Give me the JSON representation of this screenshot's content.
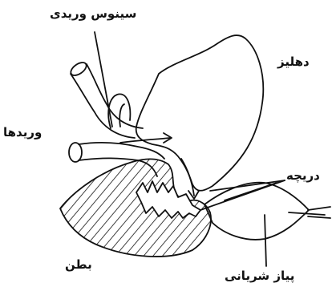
{
  "labels": {
    "sinus_venosus": "سینوس وریدی",
    "atrium": "دهلیز",
    "veins": "وریدها",
    "valve": "دریچه",
    "ventricle": "بطن",
    "bulbus_arteriosus": "پیاز شریانی"
  },
  "colors": {
    "ink": "#111111",
    "background": "#ffffff"
  }
}
